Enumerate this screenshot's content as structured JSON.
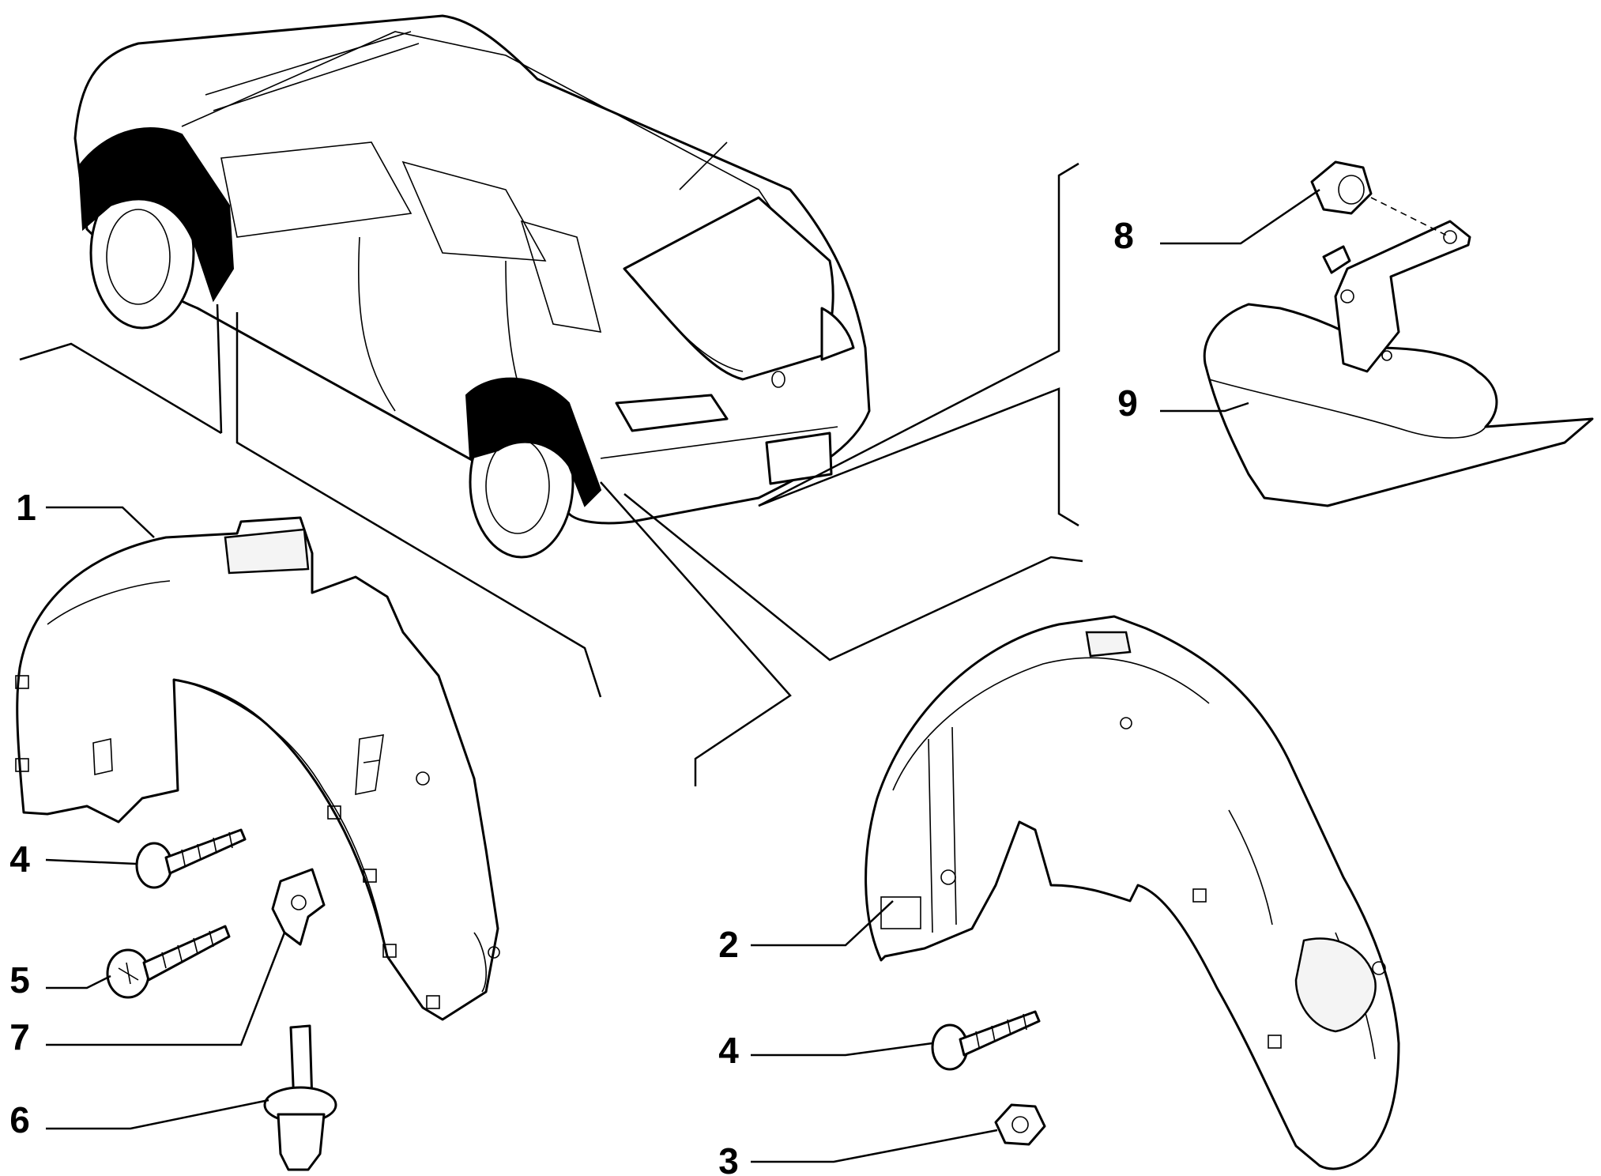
{
  "callouts": [
    {
      "id": "c1",
      "label": "1"
    },
    {
      "id": "c2",
      "label": "2"
    },
    {
      "id": "c3",
      "label": "3"
    },
    {
      "id": "c4a",
      "label": "4"
    },
    {
      "id": "c4b",
      "label": "4"
    },
    {
      "id": "c5",
      "label": "5"
    },
    {
      "id": "c6",
      "label": "6"
    },
    {
      "id": "c7",
      "label": "7"
    },
    {
      "id": "c8",
      "label": "8"
    },
    {
      "id": "c9",
      "label": "9"
    }
  ]
}
